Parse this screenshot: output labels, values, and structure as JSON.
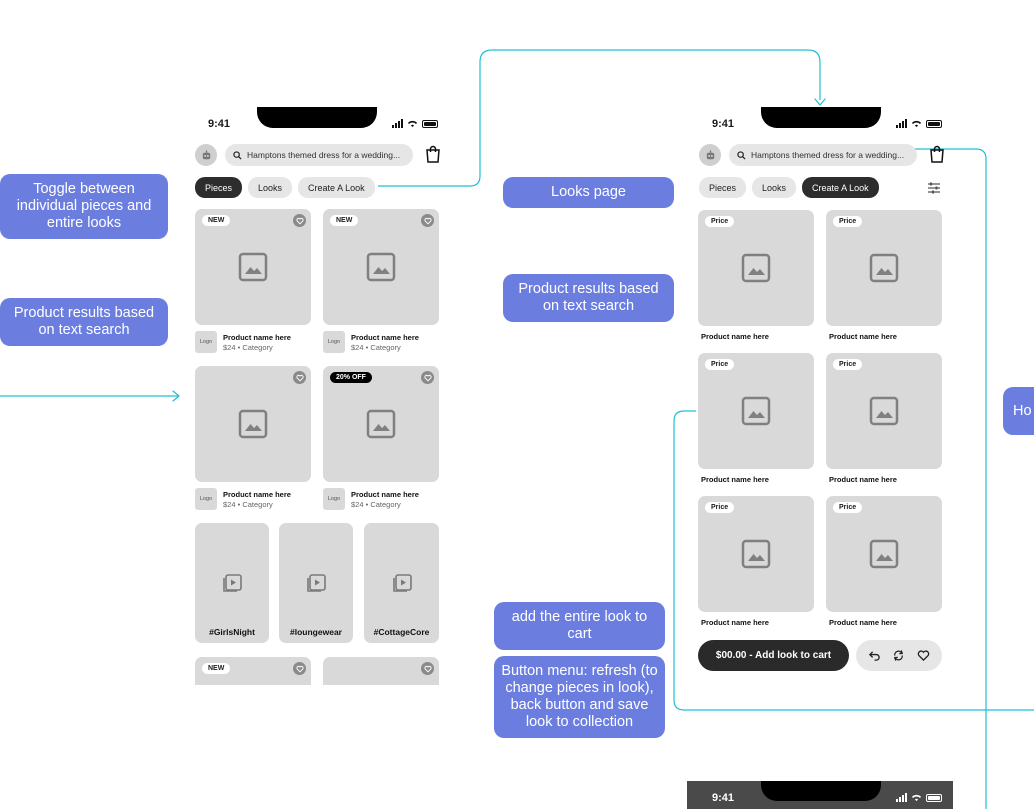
{
  "status_bar": {
    "time": "9:41"
  },
  "search": {
    "query": "Hamptons themed dress for a wedding..."
  },
  "tabs": {
    "pieces": "Pieces",
    "looks": "Looks",
    "create": "Create A Look"
  },
  "product": {
    "name": "Product name here",
    "price": "$24",
    "category": "Category",
    "logo": "Logo",
    "price_badge": "Price"
  },
  "badges": {
    "new": "NEW",
    "off": "20% OFF"
  },
  "videos": [
    "#GirlsNight",
    "#loungewear",
    "#CottageCore"
  ],
  "cart": {
    "label": "$00.00 - Add look to cart"
  },
  "annotations": {
    "toggle": "Toggle between individual pieces and entire looks",
    "results_left": "Product results based on text search",
    "looks_page": "Looks page",
    "results_right": "Product results based on text search",
    "add_look": "add the entire look to cart",
    "button_menu": "Button menu: refresh (to change pieces in look), back button and save look to collection",
    "cut_off": "Ho"
  },
  "colors": {
    "annotation": "#6b7ee0",
    "connector": "#1fc0d6",
    "placeholder": "#d9d9d9",
    "dark_button": "#2d2d2d"
  },
  "icons": [
    "avatar-icon",
    "search-icon",
    "shopping-bag-icon",
    "heart-icon",
    "image-placeholder-icon",
    "video-icon",
    "filter-icon",
    "back-icon",
    "refresh-icon"
  ]
}
